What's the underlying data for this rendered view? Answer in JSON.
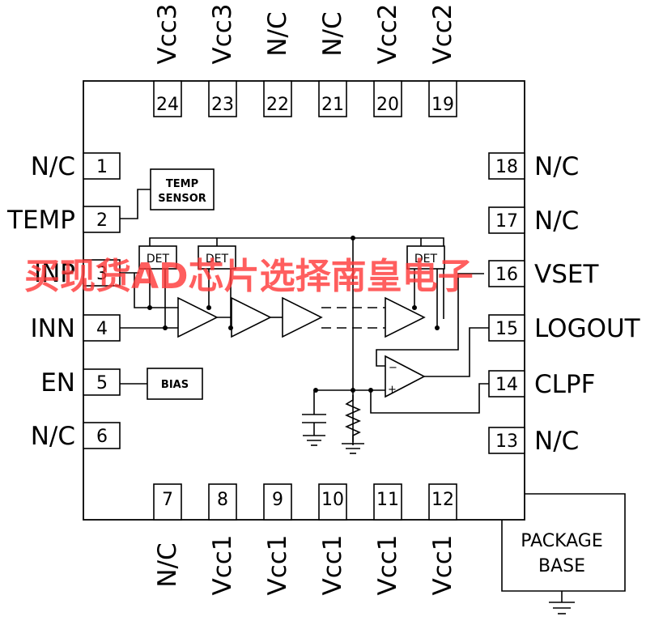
{
  "top_pins": [
    {
      "num": "24",
      "label": "Vcc3"
    },
    {
      "num": "23",
      "label": "Vcc3"
    },
    {
      "num": "22",
      "label": "N/C"
    },
    {
      "num": "21",
      "label": "N/C"
    },
    {
      "num": "20",
      "label": "Vcc2"
    },
    {
      "num": "19",
      "label": "Vcc2"
    }
  ],
  "bottom_pins": [
    {
      "num": "7",
      "label": "N/C"
    },
    {
      "num": "8",
      "label": "Vcc1"
    },
    {
      "num": "9",
      "label": "Vcc1"
    },
    {
      "num": "10",
      "label": "Vcc1"
    },
    {
      "num": "11",
      "label": "Vcc1"
    },
    {
      "num": "12",
      "label": "Vcc1"
    }
  ],
  "left_pins": [
    {
      "num": "1",
      "label": "N/C"
    },
    {
      "num": "2",
      "label": "TEMP"
    },
    {
      "num": "3",
      "label": "INP"
    },
    {
      "num": "4",
      "label": "INN"
    },
    {
      "num": "5",
      "label": "EN"
    },
    {
      "num": "6",
      "label": "N/C"
    }
  ],
  "right_pins": [
    {
      "num": "18",
      "label": "N/C"
    },
    {
      "num": "17",
      "label": "N/C"
    },
    {
      "num": "16",
      "label": "VSET"
    },
    {
      "num": "15",
      "label": "LOGOUT"
    },
    {
      "num": "14",
      "label": "CLPF"
    },
    {
      "num": "13",
      "label": "N/C"
    }
  ],
  "blocks": {
    "temp_sensor": [
      "TEMP",
      "SENSOR"
    ],
    "bias": "BIAS",
    "det": [
      "DET",
      "DET",
      "DET"
    ],
    "package_base": [
      "PACKAGE",
      "BASE"
    ]
  },
  "watermark": "买现货AD芯片选择南皇电子"
}
